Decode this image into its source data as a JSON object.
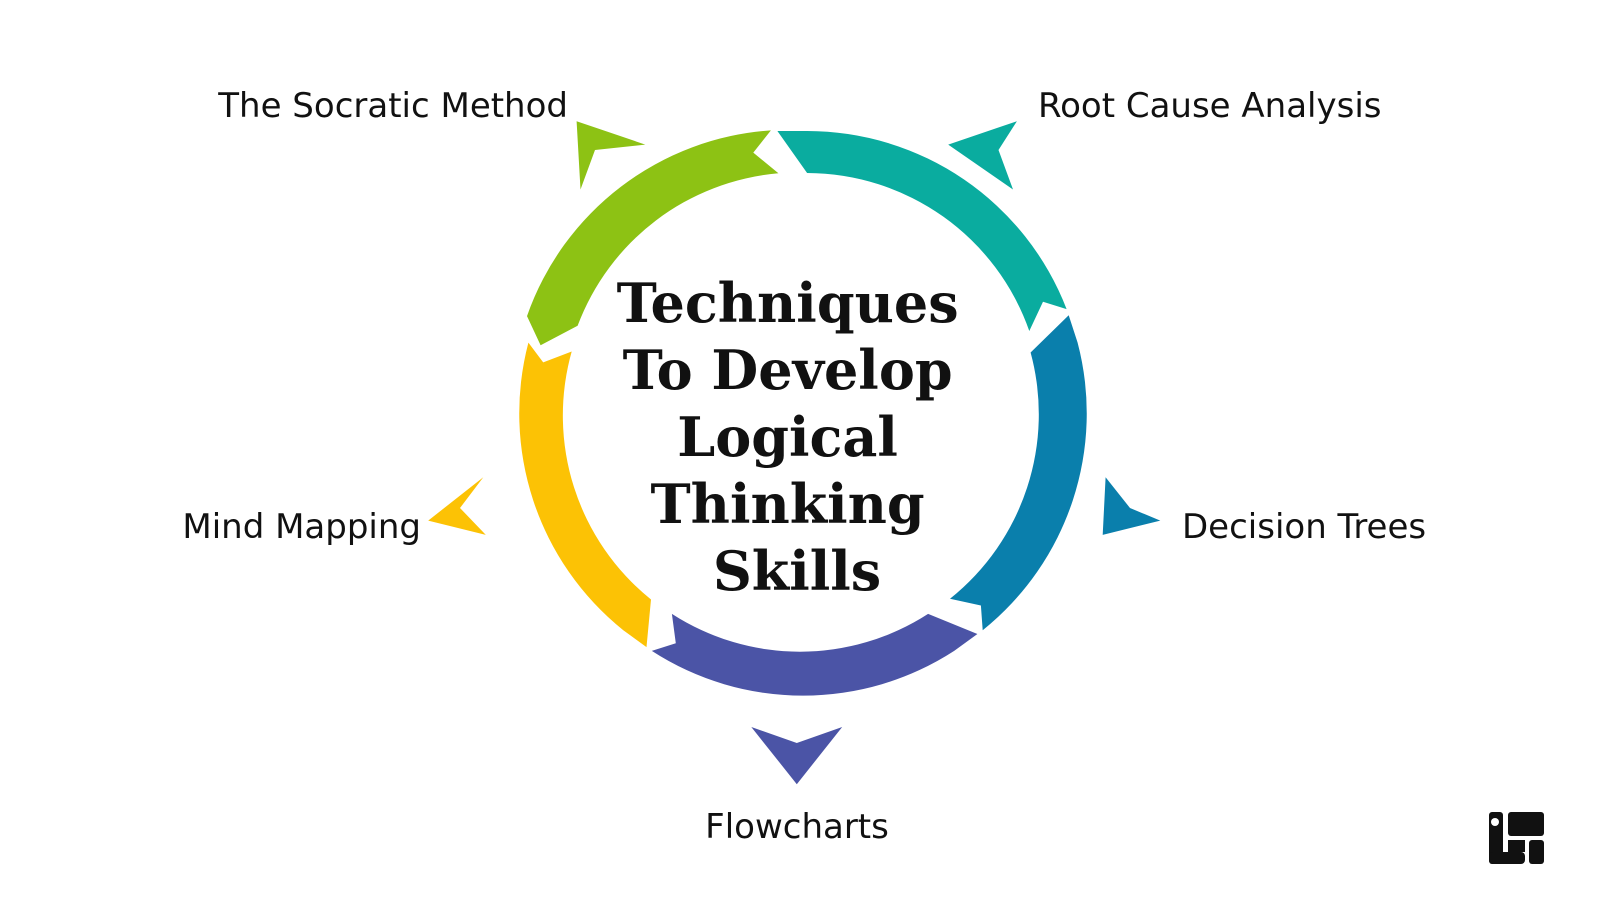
{
  "title_lines": [
    "Techniques",
    "To Develop",
    "Logical",
    "Thinking",
    "Skills"
  ],
  "techniques": [
    {
      "label": "The Socratic Method",
      "color": "#8dc214"
    },
    {
      "label": "Root Cause Analysis",
      "color": "#0aac9f"
    },
    {
      "label": "Decision Trees",
      "color": "#0a7fac"
    },
    {
      "label": "Flowcharts",
      "color": "#4b54a6"
    },
    {
      "label": "Mind Mapping",
      "color": "#fcc205"
    }
  ],
  "logo": {
    "icon": "brand-logo-icon",
    "color": "#111111"
  }
}
